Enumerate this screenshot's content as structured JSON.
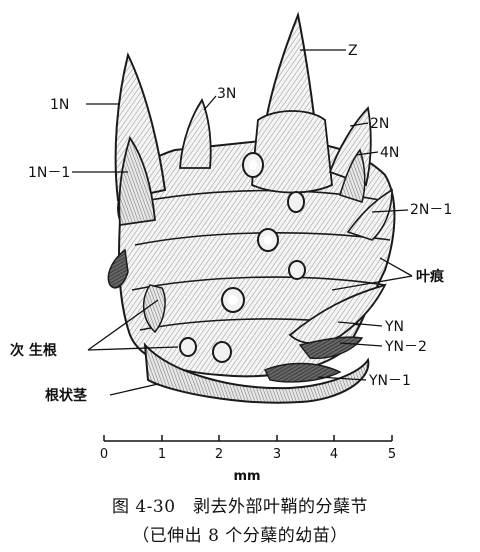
{
  "figure": {
    "labels": {
      "z": "Z",
      "n1": "1N",
      "n3": "3N",
      "n2": "2N",
      "n4": "4N",
      "n1_1": "1N－1",
      "n2_1": "2N－1",
      "leaf_scar": "叶痕",
      "yn": "YN",
      "yn_2": "YN－2",
      "yn_1": "YN－1",
      "adventitious_root": "次 生根",
      "rhizome": "根状茎"
    },
    "scale": {
      "ticks": [
        "0",
        "1",
        "2",
        "3",
        "4",
        "5"
      ],
      "unit": "mm"
    },
    "caption": {
      "line1": "图 4-30　剥去外部叶鞘的分蘖节",
      "line2": "（已伸出 8 个分蘖的幼苗）"
    }
  }
}
